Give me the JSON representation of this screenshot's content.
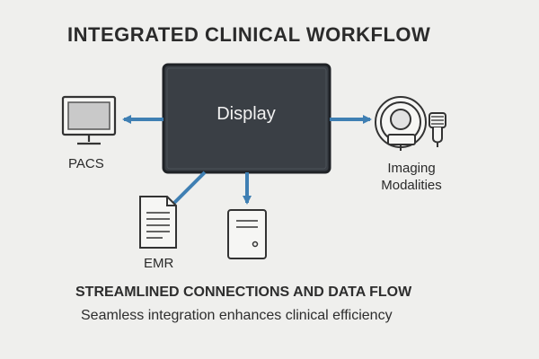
{
  "title": "INTEGRATED CLINICAL WORKFLOW",
  "center_node": {
    "label": "Display",
    "icon": "monitor-icon"
  },
  "nodes": {
    "pacs": {
      "label": "PACS",
      "icon": "computer-monitor-icon"
    },
    "emr": {
      "label": "EMR",
      "icon": "document-icon"
    },
    "server": {
      "label": "",
      "icon": "server-icon"
    },
    "imaging": {
      "label_line1": "Imaging",
      "label_line2": "Modalities",
      "icon": "ct-scanner-icon"
    }
  },
  "subtitle": "STREAMLINED CONNECTIONS AND DATA FLOW",
  "tagline": "Seamless integration enhances clinical efficiency",
  "colors": {
    "background": "#efefed",
    "display_fill": "#3a3f45",
    "arrow": "#3f7fb3",
    "icon_stroke": "#333333"
  }
}
